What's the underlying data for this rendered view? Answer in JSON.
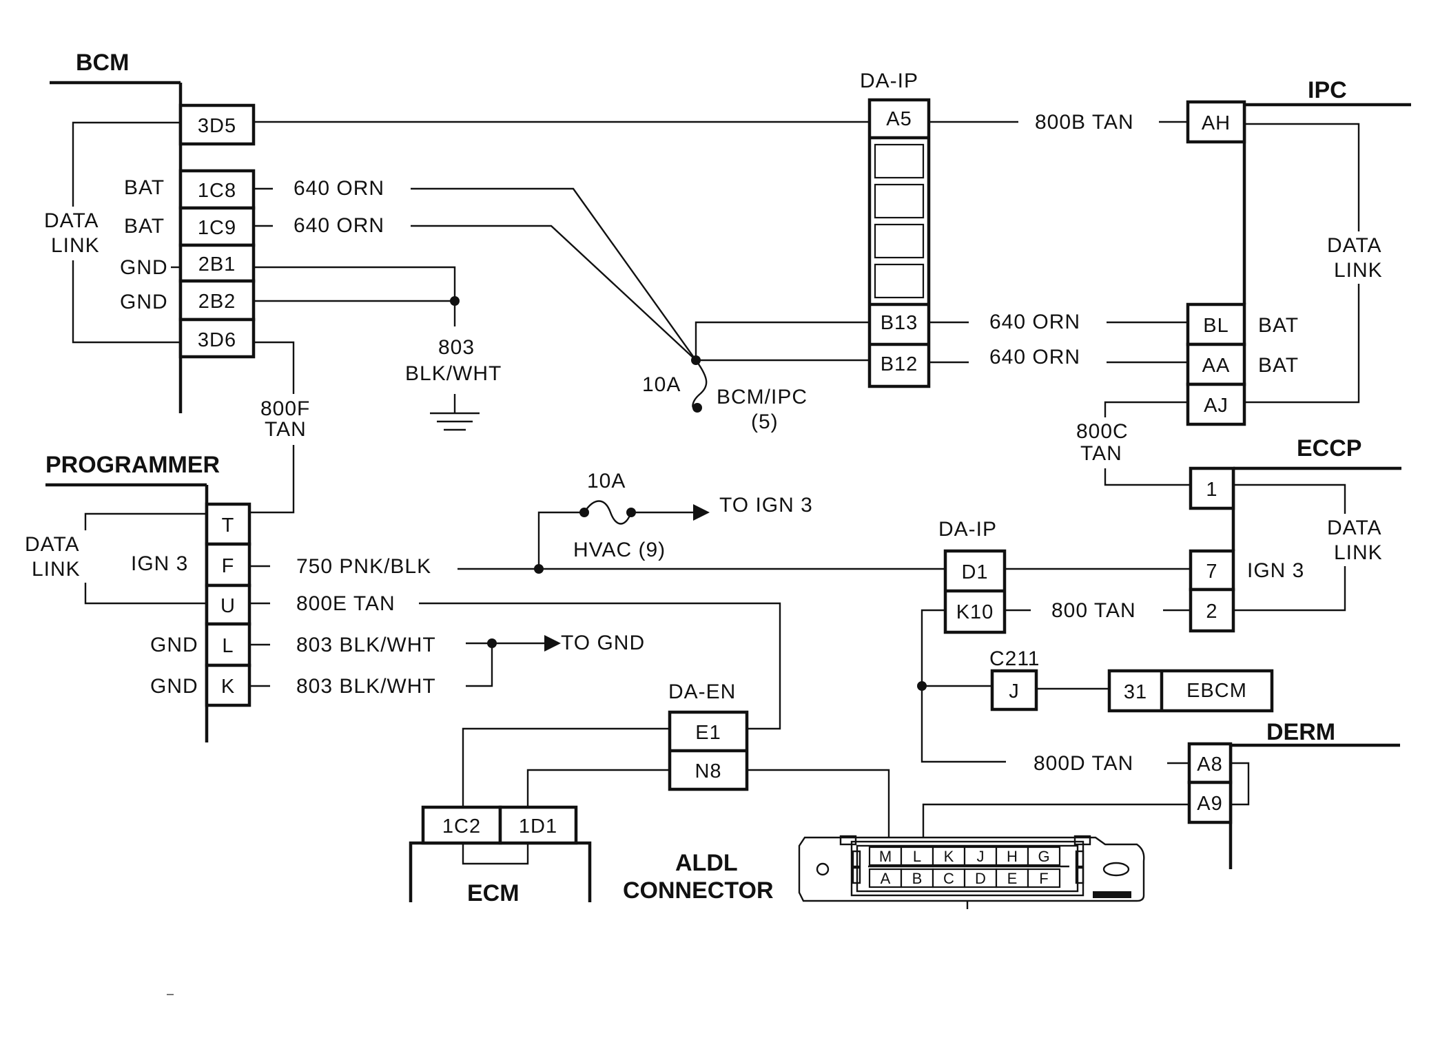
{
  "modules": {
    "bcm": "BCM",
    "ipc": "IPC",
    "eccp": "ECCP",
    "programmer": "PROGRAMMER",
    "derm": "DERM",
    "ecm": "ECM",
    "aldl_line1": "ALDL",
    "aldl_line2": "CONNECTOR",
    "ebcm": "EBCM"
  },
  "connectors": {
    "daip_top": "DA-IP",
    "daip_mid": "DA-IP",
    "daen": "DA-EN",
    "c211": "C211"
  },
  "pins": {
    "bcm": [
      "3D5",
      "1C8",
      "1C9",
      "2B1",
      "2B2",
      "3D6"
    ],
    "daip_top": [
      "A5",
      "B13",
      "B12"
    ],
    "ipc": [
      "AH",
      "BL",
      "AA",
      "AJ"
    ],
    "eccp": [
      "1",
      "7",
      "2"
    ],
    "programmer": [
      "T",
      "F",
      "U",
      "L",
      "K"
    ],
    "daip_mid": [
      "D1",
      "K10"
    ],
    "c211": "J",
    "ebcm": "31",
    "daen": [
      "E1",
      "N8"
    ],
    "ecm": [
      "1C2",
      "1D1"
    ],
    "derm": [
      "A8",
      "A9"
    ],
    "aldl_top": [
      "M",
      "L",
      "K",
      "J",
      "H",
      "G"
    ],
    "aldl_bottom": [
      "A",
      "B",
      "C",
      "D",
      "E",
      "F"
    ]
  },
  "pin_labels": {
    "bat": "BAT",
    "gnd": "GND",
    "ign3": "IGN 3",
    "data": "DATA",
    "link": "LINK"
  },
  "wires": {
    "w800b": "800B TAN",
    "w640": "640 ORN",
    "w803_a": "803",
    "w803_b": "BLK/WHT",
    "w800f_a": "800F",
    "w800f_b": "TAN",
    "w800c_a": "800C",
    "w800c_b": "TAN",
    "w750": "750 PNK/BLK",
    "w800e": "800E TAN",
    "w803l": "803 BLK/WHT",
    "w800": "800 TAN",
    "w800d": "800D TAN"
  },
  "fuses": {
    "amp": "10A",
    "bcm_ipc_a": "BCM/IPC",
    "bcm_ipc_b": "(5)",
    "hvac": "HVAC (9)"
  },
  "destinations": {
    "to_ign3": "TO IGN 3",
    "to_gnd": "TO GND"
  }
}
